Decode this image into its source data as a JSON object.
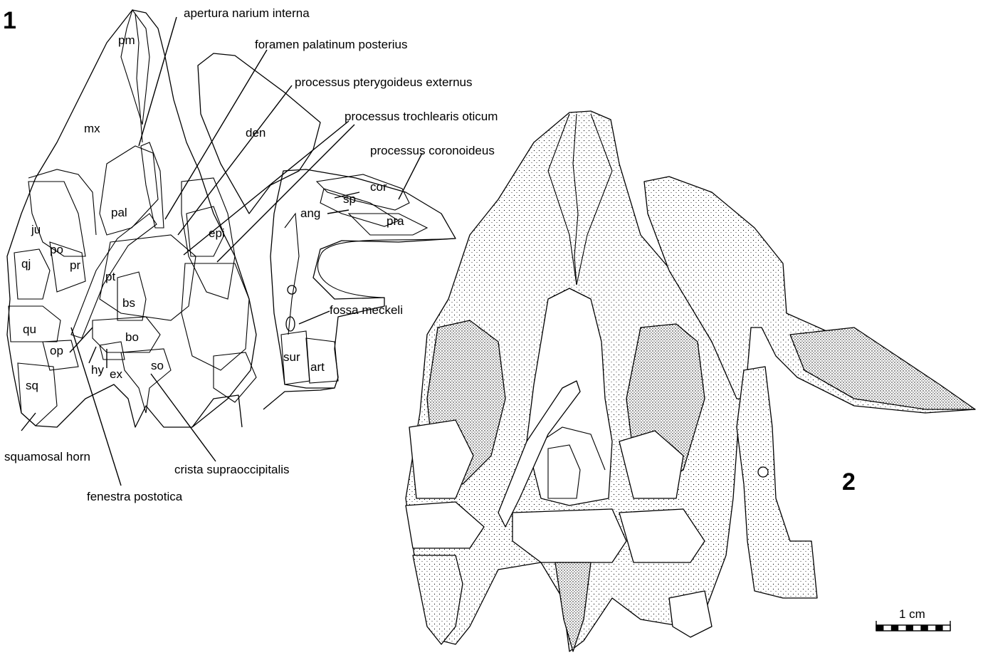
{
  "panels": {
    "panel1_number": "1",
    "panel2_number": "2"
  },
  "callouts": {
    "apertura": "apertura narium interna",
    "foramen": "foramen palatinum posterius",
    "ptery_ext": "processus pterygoideus externus",
    "trochlearis": "processus trochlearis oticum",
    "coronoideus": "processus coronoideus",
    "fossa": "fossa meckeli",
    "crista": "crista supraoccipitalis",
    "squamosal_horn": "squamosal horn",
    "fenestra": "fenestra postotica"
  },
  "bones": {
    "pm": "pm",
    "mx": "mx",
    "den": "den",
    "pal": "pal",
    "ju": "ju",
    "po": "po",
    "qj": "qj",
    "pr": "pr",
    "pt": "pt",
    "bs": "bs",
    "qu": "qu",
    "bo": "bo",
    "op": "op",
    "hy": "hy",
    "ex": "ex",
    "so": "so",
    "sq": "sq",
    "epi": "epi",
    "cor": "cor",
    "sp": "sp",
    "ang": "ang",
    "pra": "pra",
    "sur": "sur",
    "art": "art"
  },
  "scale_bar": {
    "label": "1 cm",
    "segments": 5
  }
}
